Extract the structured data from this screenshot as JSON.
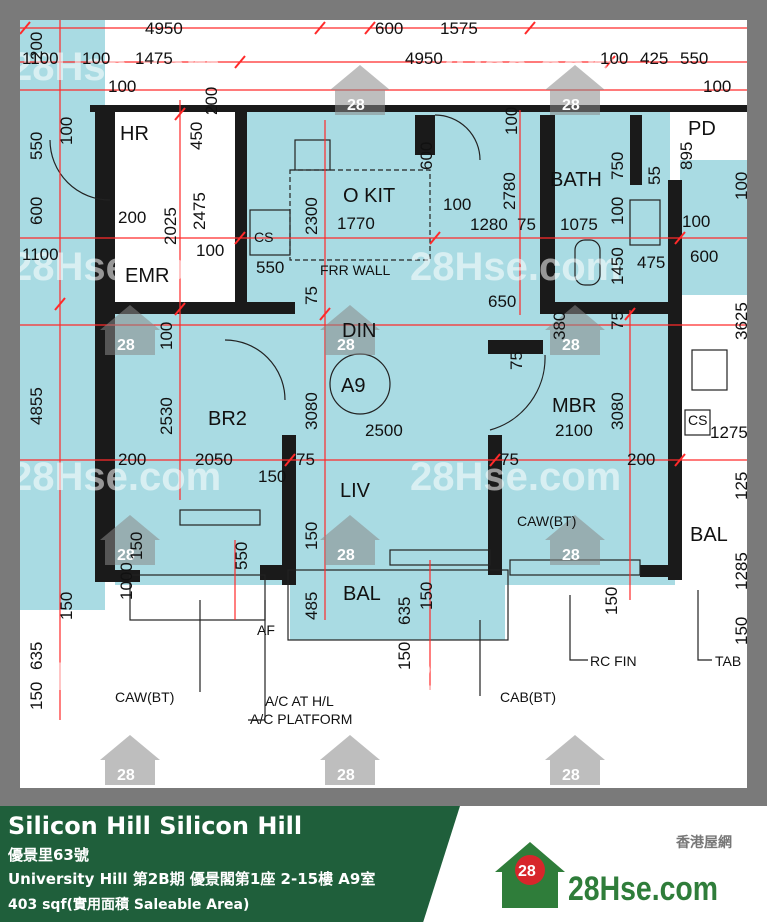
{
  "plan": {
    "unit": "A9",
    "rooms": {
      "hr": "HR",
      "pd": "PD",
      "okit": "O KIT",
      "bath": "BATH",
      "emr": "EMR",
      "din": "DIN",
      "br2": "BR2",
      "mbr": "MBR",
      "liv": "LIV",
      "bal": "BAL",
      "bal_right": "BAL"
    },
    "notes": {
      "frr_wall": "FRR WALL",
      "caw_bt_mbr": "CAW(BT)",
      "caw_bt": "CAW(BT)",
      "ac_hl": "A/C AT H/L",
      "ac_platform": "A/C PLATFORM",
      "cab_bt": "CAB(BT)",
      "rc_fin": "RC FIN",
      "tab": "TAB",
      "af": "AF",
      "cs1": "CS",
      "cs2": "CS"
    },
    "dims": {
      "top1": [
        "4950",
        "600",
        "1575"
      ],
      "top2": [
        "1100",
        "100",
        "1475",
        "4950",
        "100",
        "425",
        "550"
      ],
      "top3": [
        "100",
        "100"
      ],
      "top_left": "200",
      "d100a": "100",
      "d200a": "200",
      "d550": "550",
      "d100b": "100",
      "d450": "450",
      "d600a": "600",
      "d2475": "2475",
      "d2025": "2025",
      "d200b": "200",
      "d2300": "2300",
      "d600b": "600",
      "d1770": "1770",
      "d100c": "100",
      "d1280": "1280",
      "d75a": "75",
      "d1075": "1075",
      "d2780": "2780",
      "d750": "750",
      "d55": "55",
      "d895": "895",
      "d100d": "100",
      "d100e": "100",
      "d1100": "1100",
      "d100f": "100",
      "d550b": "550",
      "d475": "475",
      "d1450": "1450",
      "d600c": "600",
      "d75b": "75",
      "d650": "650",
      "d380": "380",
      "d75c": "75",
      "d3625": "3625",
      "d100g": "100",
      "d4855": "4855",
      "d2530": "2530",
      "d3080a": "3080",
      "d2500": "2500",
      "d2100": "2100",
      "d3080b": "3080",
      "d75d": "75",
      "d1275": "1275",
      "d200c": "200",
      "d2050": "2050",
      "d150a": "150",
      "d75e": "75",
      "d75f": "75",
      "d200d": "200",
      "d125": "125",
      "d150b": "150",
      "d550c": "550",
      "d1000": "1000",
      "d150c": "150",
      "d485": "485",
      "d635a": "635",
      "d150d": "150",
      "d150e": "150",
      "d1285": "1285",
      "d635b": "635",
      "d150f": "150",
      "d150g": "150",
      "d150h": "150",
      "d150i": "150"
    },
    "watermark": {
      "text": "28Hse.com",
      "badge": "28"
    }
  },
  "info": {
    "title": "Silicon Hill Silicon Hill",
    "address": "優景里63號",
    "detail": "University Hill 第2B期 優景閣第1座  2-15樓 A9室",
    "area": "403 sqf(實用面積 Saleable Area)"
  },
  "brand": {
    "logo_text": "28Hse.com",
    "badge": "28",
    "chinese": "香港屋網"
  },
  "colors": {
    "room_fill": "#a9dbe3",
    "dimension": "#ff2a2a",
    "wall": "#1a1a1a",
    "banner": "#1f5f3b",
    "logo_green": "#2f7d3a",
    "logo_red": "#d7262b"
  }
}
